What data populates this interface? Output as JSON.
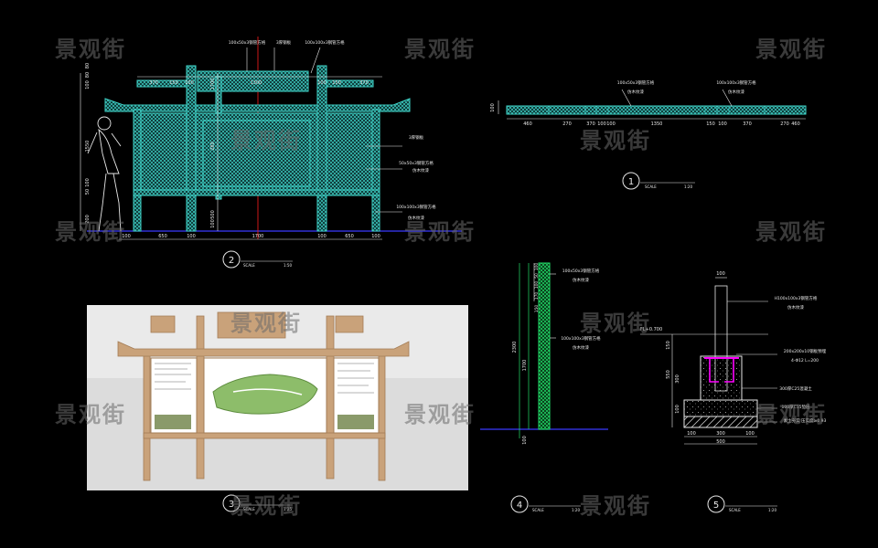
{
  "watermark": "景观街",
  "colors": {
    "background": "#000000",
    "cad_cyan": "#3fd3c8",
    "cad_green": "#22e06a",
    "dim_white": "#e8e8e8",
    "ground_blue": "#3b3bff",
    "axis_red": "#ff2020",
    "rebar_magenta": "#ff00ff",
    "render_wood": "#c9a27a",
    "render_sky": "#eaeaea"
  },
  "views": {
    "v1": {
      "num": "1",
      "scale_label": "SCALE",
      "scale": "1:20"
    },
    "v2": {
      "num": "2",
      "scale_label": "SCALE",
      "scale": "1:50"
    },
    "v3": {
      "num": "3",
      "scale_label": "SCALE",
      "scale": "1:25"
    },
    "v4": {
      "num": "4",
      "scale_label": "SCALE",
      "scale": "1:20"
    },
    "v5": {
      "num": "5",
      "scale_label": "SCALE",
      "scale": "1:20"
    }
  },
  "elevation": {
    "bottom_dims": [
      "100",
      "650",
      "100",
      "1700",
      "100",
      "650",
      "100"
    ],
    "top_dims": [
      "370",
      "150",
      "100",
      "1300",
      "100",
      "150",
      "370"
    ],
    "left_dims": [
      "80",
      "80",
      "100",
      "1550",
      "100",
      "50",
      "200"
    ],
    "right_dims": [
      "1700",
      "280",
      "500",
      "100"
    ],
    "notes": [
      "100x50x3钢管方格",
      "3厚钢板",
      "100x100x3钢管方格",
      "3厚钢板",
      "50x50x3钢管方格",
      "仿木纹漆",
      "100x100x3钢管方格",
      "仿木纹漆"
    ]
  },
  "plan": {
    "dims": [
      "460",
      "270",
      "370",
      "100",
      "100",
      "1350",
      "150",
      "100",
      "370",
      "270",
      "460"
    ],
    "left_dim": "100",
    "notes": [
      "100x50x3钢管方格",
      "仿木纹漆",
      "100x100x3钢管方格",
      "仿木纹漆"
    ]
  },
  "side": {
    "left_dims": [
      "2300",
      "1700",
      "100"
    ],
    "top_dims": [
      "100",
      "50",
      "100",
      "170",
      "150"
    ],
    "notes": [
      "100x50x3钢管方格",
      "仿木纹漆",
      "100x100x3钢管方格",
      "仿木纹漆"
    ]
  },
  "footing": {
    "top_dim": "100",
    "level": "FL+0.700",
    "left_dims": [
      "150",
      "550",
      "300",
      "100"
    ],
    "bottom_dims": [
      "100",
      "300",
      "100",
      "500"
    ],
    "notes": [
      "H100x100x3钢管方格",
      "仿木纹漆",
      "200x200x10钢板预埋",
      "4-Φ12 L=200",
      "300厚C25混凝土",
      "100厚C15垫层",
      "素土夯实 压实度≥0.93"
    ]
  }
}
